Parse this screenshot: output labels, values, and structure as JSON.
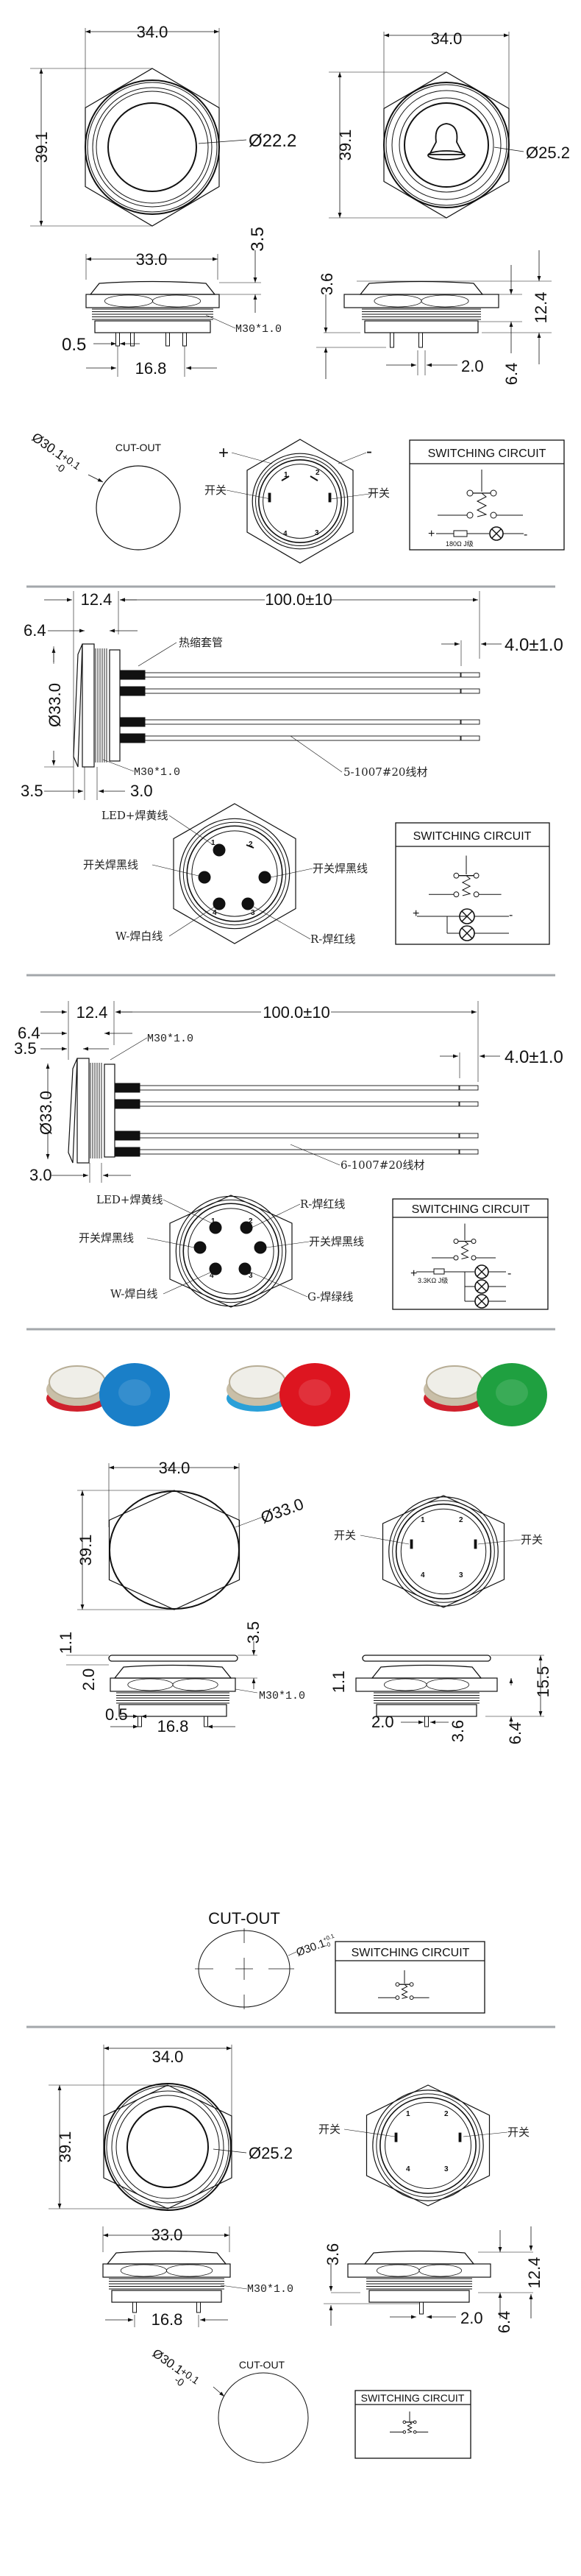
{
  "section1": {
    "front_view": {
      "width": "34.0",
      "height": "39.1",
      "diameter": "Ø22.2"
    },
    "symbol_view": {
      "width": "34.0",
      "height": "39.1",
      "diameter": "Ø25.2",
      "symbol": "bell-icon"
    },
    "side_view_left": {
      "width": "33.0",
      "cap": "3.5",
      "thread": "M30*1.0",
      "pin": "0.5",
      "pin_spacing": "16.8"
    },
    "side_view_right": {
      "cap": "3.6",
      "total": "12.4",
      "pin_length": "6.4",
      "pin_width": "2.0"
    },
    "cutout": {
      "label": "CUT-OUT",
      "diameter": "Ø30.1",
      "tol_plus": "+0.1",
      "tol_minus": "-0"
    },
    "pin_view": {
      "plus": "+",
      "minus": "-",
      "switch_left": "开关",
      "switch_right": "开关",
      "pins": [
        "1",
        "2",
        "3",
        "4"
      ]
    },
    "circuit": {
      "title": "SWITCHING CIRCUIT",
      "plus": "+",
      "minus": "-",
      "resistor": "180Ω J级"
    }
  },
  "section2": {
    "length_body": "12.4",
    "wire_length": "100.0±10",
    "depth": "6.4",
    "strip": "4.0±1.0",
    "sleeve": "热缩套管",
    "diameter": "Ø33.0",
    "thread": "M30*1.0",
    "wire": "5-1007#20线材",
    "flange": "3.5",
    "nut": "3.0",
    "pin_labels": {
      "led": "LED+焊黄线",
      "switch_left": "开关焊黑线",
      "switch_right": "开关焊黑线",
      "white": "W-焊白线",
      "red": "R-焊红线"
    },
    "pins": [
      "1",
      "2",
      "3",
      "4"
    ],
    "circuit": {
      "title": "SWITCHING CIRCUIT",
      "plus": "+",
      "minus": "-"
    }
  },
  "section3": {
    "length_body": "12.4",
    "wire_length": "100.0±10",
    "depth": "6.4",
    "flange": "3.5",
    "thread": "M30*1.0",
    "strip": "4.0±1.0",
    "diameter": "Ø33.0",
    "wire": "6-1007#20线材",
    "nut": "3.0",
    "pin_labels": {
      "led": "LED+焊黄线",
      "red": "R-焊红线",
      "switch_left": "开关焊黑线",
      "switch_right": "开关焊黑线",
      "white": "W-焊白线",
      "green": "G-焊绿线"
    },
    "pins": [
      "1",
      "2",
      "3",
      "4"
    ],
    "circuit": {
      "title": "SWITCHING CIRCUIT",
      "plus": "+",
      "minus": "-",
      "resistor": "3.3KΩ J级"
    }
  },
  "photos": [
    {
      "cap_color": "#1a7fc8",
      "ring_color": "#d0202c"
    },
    {
      "cap_color": "#dd1520",
      "ring_color": "#2aa0d8"
    },
    {
      "cap_color": "#1fa040",
      "ring_color": "#d0202c"
    }
  ],
  "section4": {
    "front_view": {
      "width": "34.0",
      "height": "39.1",
      "diameter": "Ø33.0"
    },
    "pin_view": {
      "switch_left": "开关",
      "switch_right": "开关",
      "pins": [
        "1",
        "2",
        "3",
        "4"
      ]
    },
    "side_view_left": {
      "cap": "3.5",
      "top": "1.1",
      "gap": "2.0",
      "thread": "M30*1.0",
      "pin": "0.5",
      "pin_spacing": "16.8"
    },
    "side_view_right": {
      "top": "1.1",
      "total": "15.5",
      "pin_width": "2.0",
      "cap": "3.6",
      "pin_length": "6.4"
    },
    "cutout": {
      "label": "CUT-OUT",
      "diameter": "Ø30.1",
      "tol_plus": "+0.1",
      "tol_minus": "-0"
    },
    "circuit": {
      "title": "SWITCHING CIRCUIT"
    }
  },
  "section5": {
    "front_view": {
      "width": "34.0",
      "height": "39.1",
      "diameter": "Ø25.2"
    },
    "pin_view": {
      "switch_left": "开关",
      "switch_right": "开关",
      "pins": [
        "1",
        "2",
        "3",
        "4"
      ]
    },
    "side_view_left": {
      "width": "33.0",
      "thread": "M30*1.0",
      "pin_spacing": "16.8"
    },
    "side_view_right": {
      "cap": "3.6",
      "total": "12.4",
      "pin_width": "2.0",
      "pin_length": "6.4"
    },
    "cutout": {
      "label": "CUT-OUT",
      "diameter": "Ø30.1",
      "tol_plus": "+0.1",
      "tol_minus": "-0"
    },
    "circuit": {
      "title": "SWITCHING CIRCUIT"
    }
  },
  "colors": {
    "line": "#111111",
    "separator": "#a3a7ab"
  }
}
